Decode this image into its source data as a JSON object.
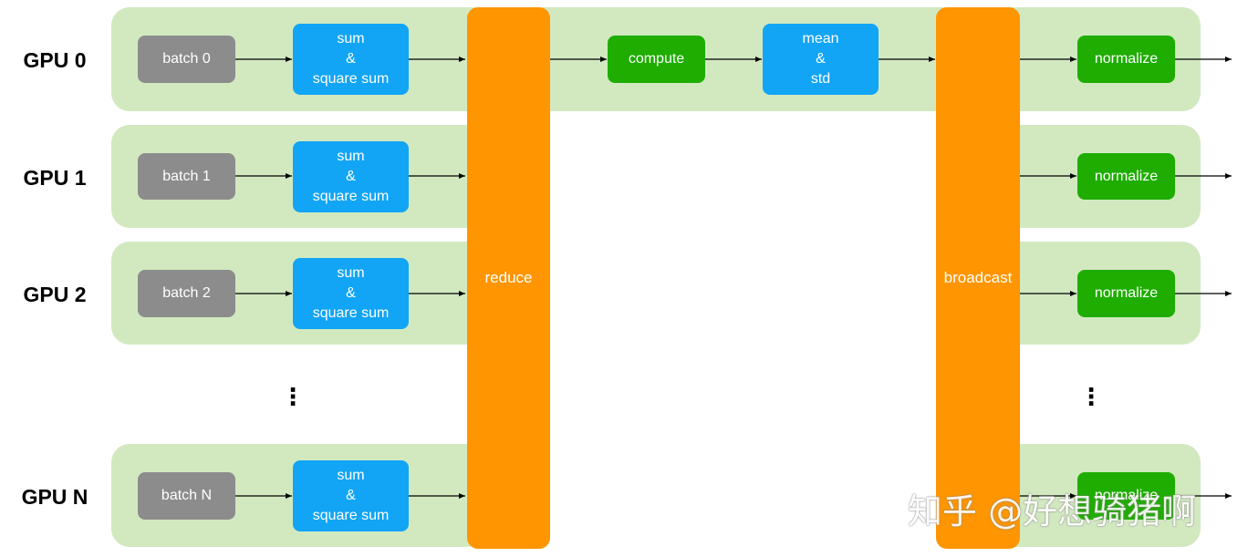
{
  "rows": [
    {
      "gpu": "GPU 0",
      "batch": "batch 0"
    },
    {
      "gpu": "GPU 1",
      "batch": "batch 1"
    },
    {
      "gpu": "GPU 2",
      "batch": "batch 2"
    },
    {
      "gpu": "GPU N",
      "batch": "batch N"
    }
  ],
  "sum_box": {
    "line1": "sum",
    "line2": "&",
    "line3": "square sum"
  },
  "reduce_label": "reduce",
  "broadcast_label": "broadcast",
  "compute_label": "compute",
  "mean_box": {
    "line1": "mean",
    "line2": "&",
    "line3": "std"
  },
  "normalize_label": "normalize",
  "ellipsis": "⋮",
  "watermark": "知乎 @好想骑猪啊",
  "colors": {
    "lane": "#d2e9c0",
    "batch": "#8c8c8c",
    "sum": "#12a5f5",
    "orange": "#ff9500",
    "green": "#1ead00"
  }
}
